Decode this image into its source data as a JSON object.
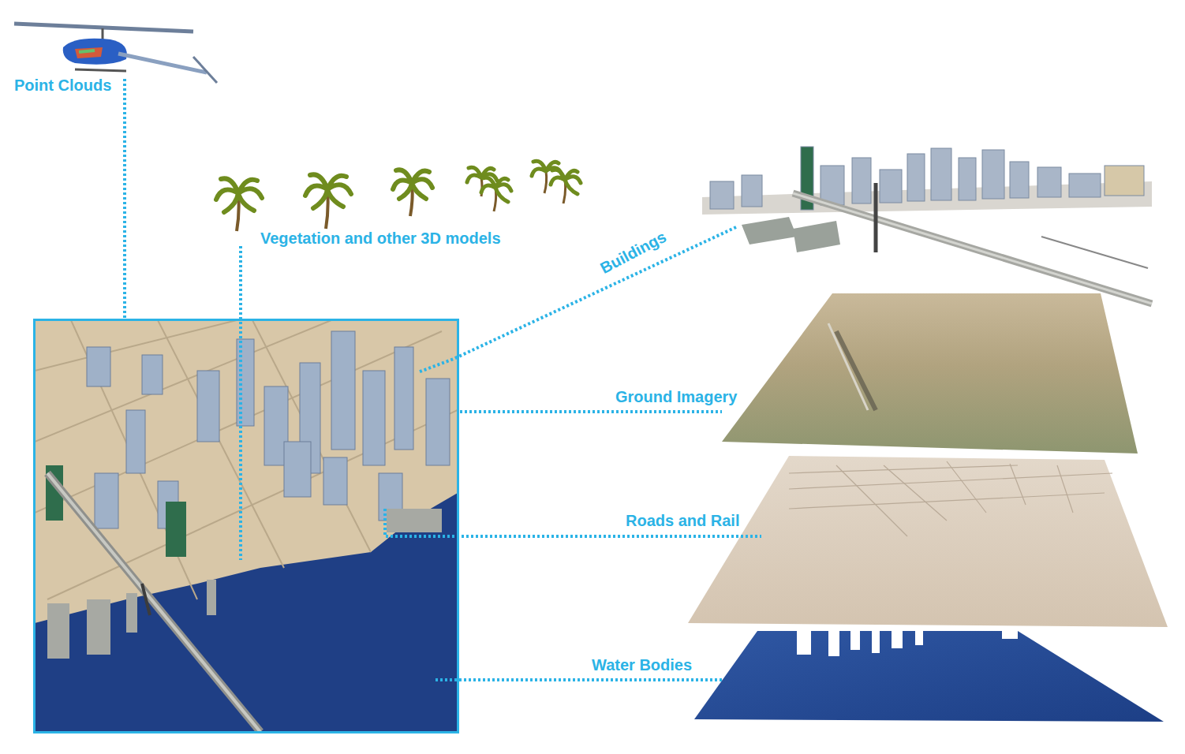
{
  "diagram": {
    "labels": [
      "Point Clouds",
      "Vegetation and other 3D models",
      "Buildings",
      "Ground Imagery",
      "Roads and Rail",
      "Water Bodies"
    ]
  }
}
